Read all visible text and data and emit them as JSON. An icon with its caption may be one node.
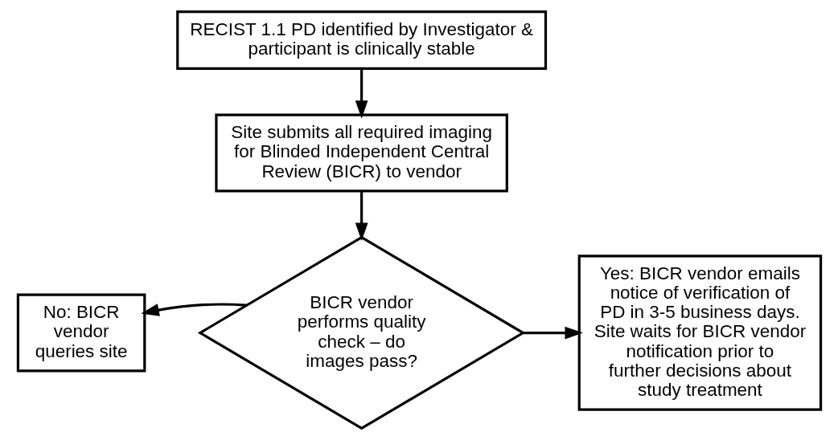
{
  "diagram": {
    "nodes": [
      {
        "text": [
          "RECIST 1.1 PD identified by Investigator & participant is clinically stable"
        ]
      },
      {
        "text": [
          "Site submits all required imaging for Blinded Independent Central Review (BICR) to vendor"
        ]
      },
      {
        "text": [
          "BICR vendor performs quality check – do images pass?"
        ]
      },
      {
        "text": [
          "No: BICR vendor queries site"
        ]
      },
      {
        "text": [
          "Yes: BICR vendor emails notice of verification of PD in 3-5 business days. Site waits for BICR vendor notification prior to further decisions about study treatment"
        ]
      }
    ],
    "edges": [
      {
        "from": 0,
        "to": 1,
        "arrow": "to"
      },
      {
        "from": 1,
        "to": 2,
        "arrow": "to"
      },
      {
        "from": 2,
        "to": 3,
        "arrow": "to"
      },
      {
        "from": 2,
        "to": 4,
        "arrow": "to"
      }
    ]
  }
}
